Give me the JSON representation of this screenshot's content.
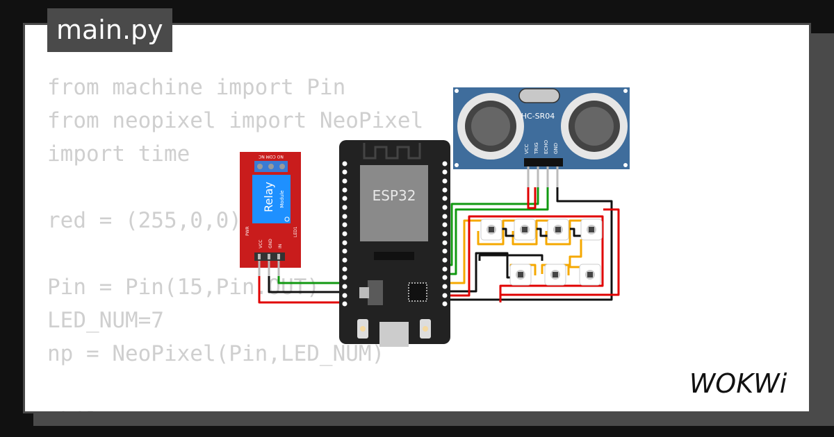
{
  "file_tab": {
    "label": "main.py"
  },
  "code_lines": [
    "from machine import Pin",
    "from neopixel import NeoPixel",
    "import time",
    "",
    "red = (255,0,0)",
    "",
    "Pin = Pin(15,Pin.OUT)",
    "LED_NUM=7",
    "np = NeoPixel(Pin,LED_NUM)",
    "",
    "while True:"
  ],
  "components": {
    "esp32": {
      "label": "ESP32"
    },
    "ultrasonic": {
      "label": "HC-SR04",
      "pins": [
        "VCC",
        "TRIG",
        "ECHO",
        "GND"
      ]
    },
    "relay": {
      "label": "Relay",
      "sublabel": "Module",
      "top_pins": "NO COM NC",
      "pins": [
        "VCC",
        "GND",
        "IN"
      ],
      "pwr": "PWR",
      "led": "LED1"
    }
  },
  "brand": {
    "name": "WOKWi"
  },
  "colors": {
    "background": "#111111",
    "panel": "#4a4a4a",
    "code_text": "#cfcfcf",
    "pcb_board": "#222222",
    "relay_board": "#c91c1c",
    "sensor_board": "#3f6d9c",
    "wire_green": "#119911",
    "wire_red": "#e00000",
    "wire_black": "#111111",
    "wire_orange": "#f5a800"
  }
}
